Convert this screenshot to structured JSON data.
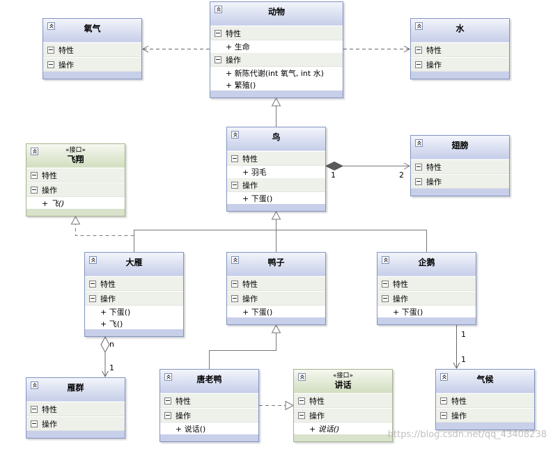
{
  "labels": {
    "attributes": "特性",
    "operations": "操作",
    "interface_stereotype": "«接口»"
  },
  "classes": {
    "oxygen": {
      "name": "氧气"
    },
    "animal": {
      "name": "动物",
      "attributes": [
        "+ 生命"
      ],
      "operations": [
        "+ 新陈代谢(int 氧气, int 水)",
        "+ 繁殖()"
      ]
    },
    "water": {
      "name": "水"
    },
    "fly": {
      "name": "飞翔",
      "operations": [
        "+ 飞()"
      ]
    },
    "bird": {
      "name": "鸟",
      "attributes": [
        "+ 羽毛"
      ],
      "operations": [
        "+ 下蛋()"
      ]
    },
    "wing": {
      "name": "翅膀"
    },
    "wild_goose": {
      "name": "大雁",
      "operations": [
        "+ 下蛋()",
        "+ 飞()"
      ]
    },
    "duck": {
      "name": "鸭子",
      "operations": [
        "+ 下蛋()"
      ]
    },
    "penguin": {
      "name": "企鹅",
      "operations": [
        "+ 下蛋()"
      ]
    },
    "goose_flock": {
      "name": "雁群"
    },
    "donald_duck": {
      "name": "唐老鸭",
      "operations": [
        "+ 说话()"
      ]
    },
    "speak": {
      "name": "讲话",
      "operations": [
        "+ 说话()"
      ]
    },
    "climate": {
      "name": "气候"
    }
  },
  "multiplicities": {
    "bird_wing": [
      "1",
      "2"
    ],
    "flock_goose": [
      "n",
      "1"
    ],
    "penguin_climate": [
      "1",
      "1"
    ]
  },
  "watermark": "https://blog.csdn.net/qq_43408238",
  "colors": {
    "class_header": "#c6cee9",
    "class_border": "#8193c2",
    "class_footer": "#c8cfe9",
    "interface_header": "#d2dec0",
    "interface_border": "#a2b48c",
    "interface_footer": "#d9e2cb",
    "composition_diamond": "#5a5a5a"
  }
}
